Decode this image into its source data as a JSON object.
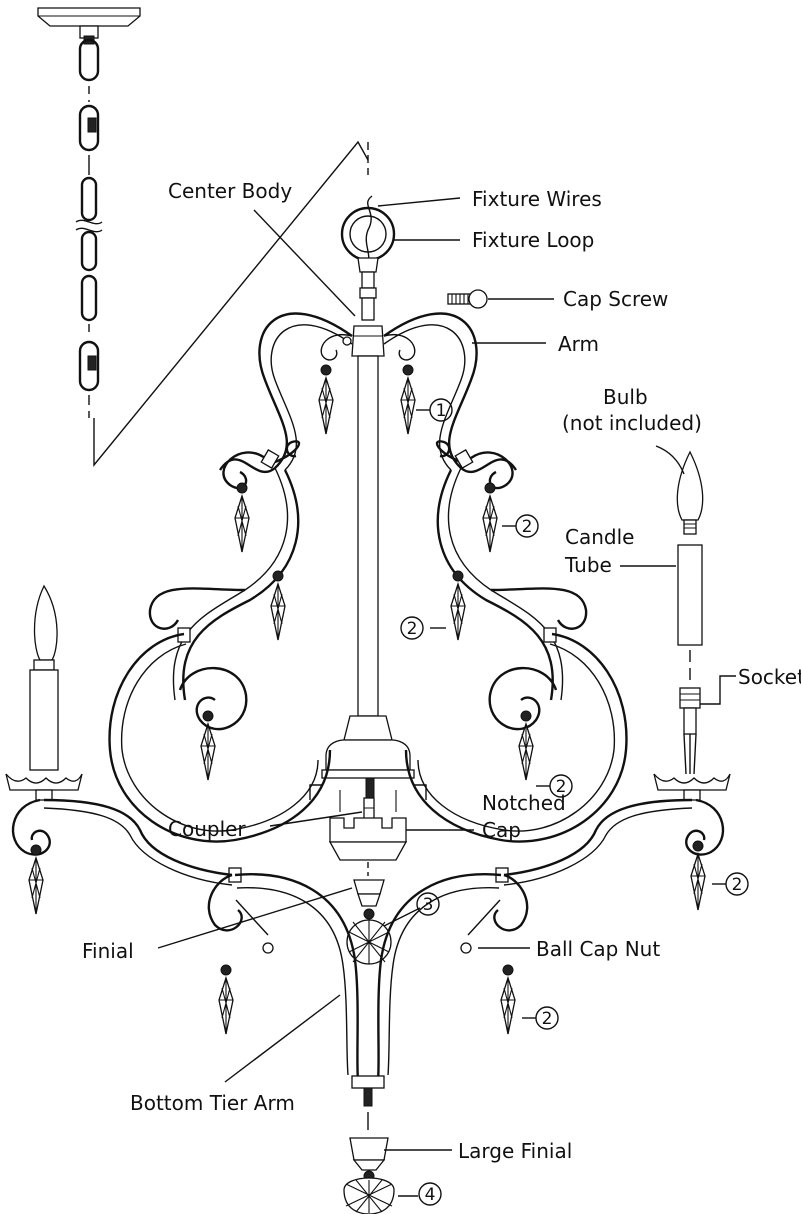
{
  "labels": {
    "center_body": "Center Body",
    "fixture_wires": "Fixture Wires",
    "fixture_loop": "Fixture Loop",
    "cap_screw": "Cap Screw",
    "arm": "Arm",
    "bulb_line1": "Bulb",
    "bulb_line2": "(not included)",
    "candle_tube_line1": "Candle",
    "candle_tube_line2": "Tube",
    "socket": "Socket",
    "coupler": "Coupler",
    "notched_cap_line1": "Notched",
    "notched_cap_line2": "Cap",
    "finial": "Finial",
    "ball_cap_nut": "Ball Cap Nut",
    "bottom_tier_arm": "Bottom Tier Arm",
    "large_finial": "Large Finial"
  },
  "crystal_callouts": {
    "c1": "1",
    "c2a": "2",
    "c2b": "2",
    "c2c": "2",
    "c2d": "2",
    "c2e": "2",
    "c3": "3",
    "c4": "4"
  }
}
